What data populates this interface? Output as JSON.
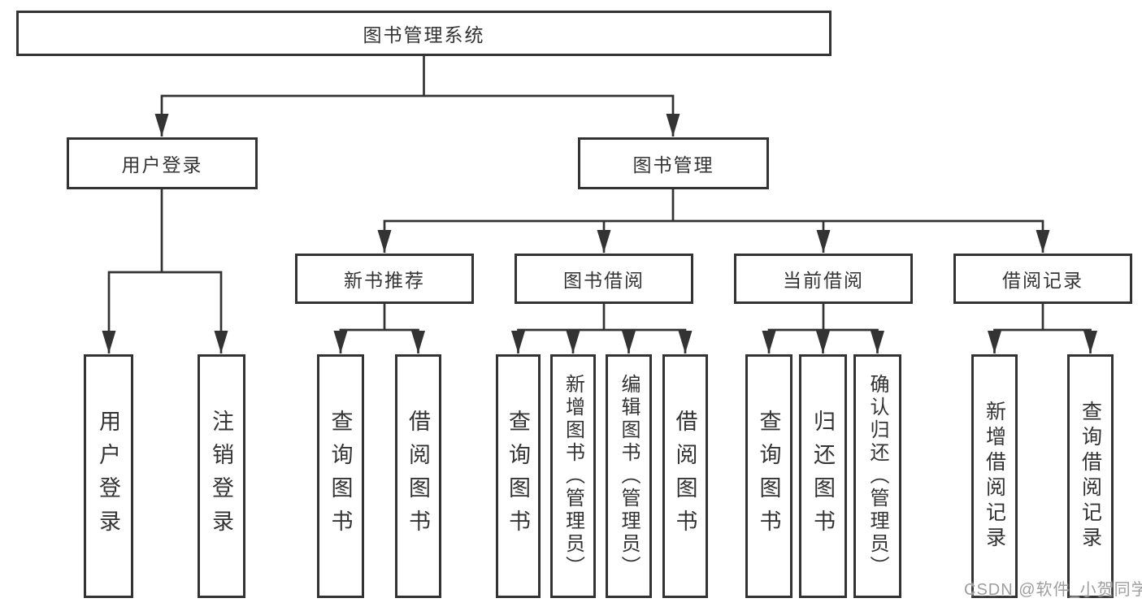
{
  "diagram_type": "tree-diagram",
  "colors": {
    "line": "#333333",
    "text": "#333333",
    "background": "#ffffff",
    "watermark": "#9e9e9e"
  },
  "tree": {
    "label": "图书管理系统",
    "children": [
      {
        "label": "用户登录",
        "children": [
          {
            "label": "用户登录"
          },
          {
            "label": "注销登录"
          }
        ]
      },
      {
        "label": "图书管理",
        "children": [
          {
            "label": "新书推荐",
            "children": [
              {
                "label": "查询图书"
              },
              {
                "label": "借阅图书"
              }
            ]
          },
          {
            "label": "图书借阅",
            "children": [
              {
                "label": "查询图书"
              },
              {
                "label": "新增图书（管理员）"
              },
              {
                "label": "编辑图书（管理员）"
              },
              {
                "label": "借阅图书"
              }
            ]
          },
          {
            "label": "当前借阅",
            "children": [
              {
                "label": "查询图书"
              },
              {
                "label": "归还图书"
              },
              {
                "label": "确认归还（管理员）"
              }
            ]
          },
          {
            "label": "借阅记录",
            "children": [
              {
                "label": "新增借阅记录"
              },
              {
                "label": "查询借阅记录"
              }
            ]
          }
        ]
      }
    ]
  },
  "watermark": {
    "text": "CSDN @软件_小贺同学"
  }
}
